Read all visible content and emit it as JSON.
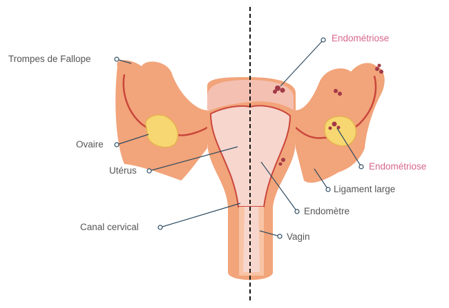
{
  "labels": {
    "tubes": "Trompes de Fallope",
    "ovary": "Ovaire",
    "uterus": "Utérus",
    "cervix": "Canal cervical",
    "endo_top": "Endométriose",
    "endo_right": "Endométriose",
    "ligament": "Ligament large",
    "endometrium": "Endomètre",
    "vagina": "Vagin"
  },
  "colors": {
    "tissue": "#f2a47a",
    "tissue_light": "#f8c4a6",
    "uterus_wall": "#f4c0b2",
    "uterus_inner": "#f7d6ce",
    "canal_red": "#c9463b",
    "ovary_yellow": "#f7d772",
    "lesion": "#a23a47",
    "label_gray": "#555555",
    "label_pink": "#d7668a",
    "leader": "#2d4a60",
    "axis": "#111111"
  }
}
